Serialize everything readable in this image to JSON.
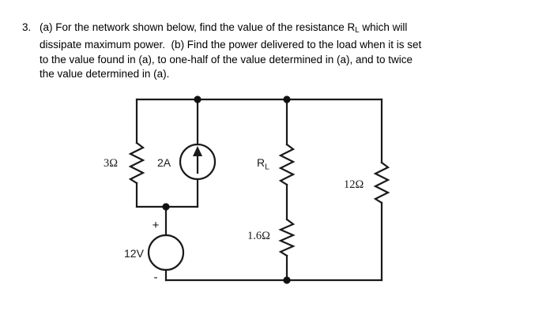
{
  "page": {
    "background_color": "#ffffff",
    "ink_color": "#1a1a1a"
  },
  "problem": {
    "number": "3.",
    "line1": "(a) For the network shown below, find the value of the resistance R",
    "line1_sub": "L",
    "line1_tail": " which will",
    "line2": "dissipate maximum power.  (b) Find the power delivered to the load when it is set",
    "line3": "to the value found in (a), to one-half of the value determined in (a), and to twice",
    "line4": "the value determined in (a)."
  },
  "circuit": {
    "title": "network-schematic",
    "components": {
      "r3": {
        "label": "3Ω",
        "name": "resistor-3-ohm"
      },
      "current_source": {
        "label": "2A",
        "name": "current-source-2a",
        "direction": "up"
      },
      "rl": {
        "label": "R",
        "sub": "L",
        "name": "resistor-load-rl"
      },
      "r16": {
        "label": "1.6Ω",
        "name": "resistor-1p6-ohm"
      },
      "r12": {
        "label": "12Ω",
        "name": "resistor-12-ohm"
      },
      "voltage_source": {
        "label": "12V",
        "plus": "+",
        "minus": "-",
        "name": "voltage-source-12v"
      }
    }
  }
}
